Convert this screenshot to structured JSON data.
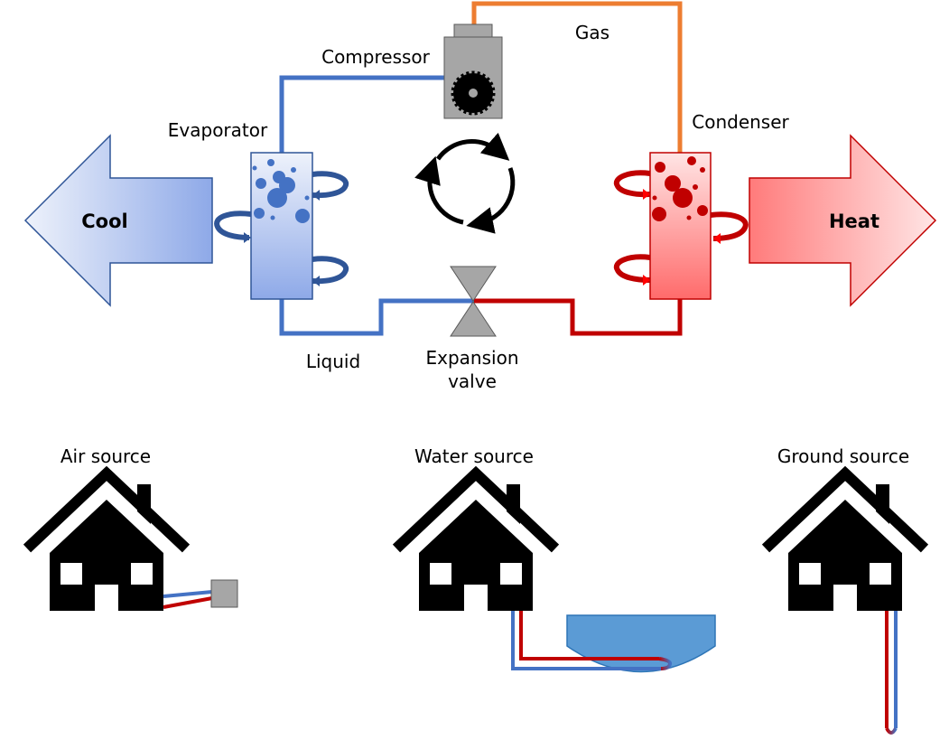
{
  "cycle": {
    "compressor_label": "Compressor",
    "gas_label": "Gas",
    "evaporator_label": "Evaporator",
    "condenser_label": "Condenser",
    "liquid_label": "Liquid",
    "expansion_valve_label_line1": "Expansion",
    "expansion_valve_label_line2": "valve",
    "cool_label": "Cool",
    "heat_label": "Heat"
  },
  "sources": [
    {
      "label": "Air source"
    },
    {
      "label": "Water source"
    },
    {
      "label": "Ground source"
    }
  ],
  "colors": {
    "cold_pipe": "#4472C4",
    "hot_pipe": "#C00000",
    "gas_pipe": "#ED7D31",
    "cold_fill": "#8EA9E8",
    "hot_fill": "#FF6666",
    "water": "#5B9BD5",
    "machine_gray": "#A6A6A6"
  }
}
